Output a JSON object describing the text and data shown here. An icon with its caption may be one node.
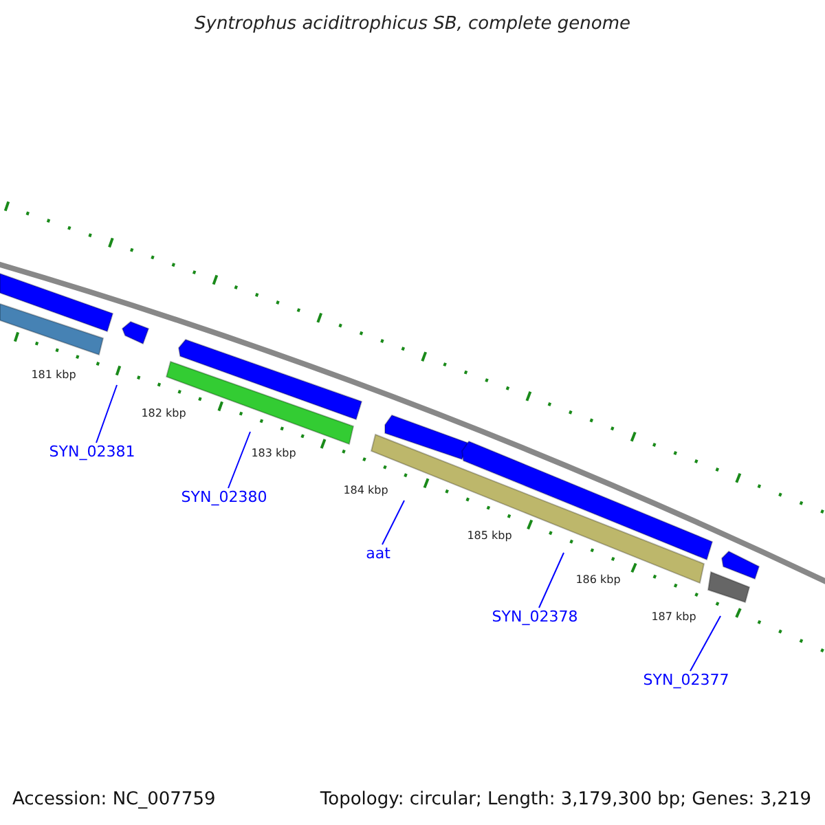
{
  "diagram": {
    "title": "Syntrophus aciditrophicus SB, complete genome",
    "nodes": [
      {
        "text": [
          "SYN_02381"
        ]
      },
      {
        "text": [
          "SYN_02380"
        ]
      },
      {
        "text": [
          "aat"
        ]
      },
      {
        "text": [
          "SYN_02378"
        ]
      },
      {
        "text": [
          "SYN_02377"
        ]
      }
    ],
    "edges": [
      {
        "from": 0,
        "to": null,
        "arrow": "none"
      },
      {
        "from": 1,
        "to": null,
        "arrow": "none"
      },
      {
        "from": 2,
        "to": null,
        "arrow": "none"
      },
      {
        "from": 3,
        "to": null,
        "arrow": "none"
      },
      {
        "from": 4,
        "to": null,
        "arrow": "none"
      }
    ],
    "labels": [
      "181 kbp",
      "182 kbp",
      "183 kbp",
      "184 kbp",
      "185 kbp",
      "186 kbp",
      "187 kbp",
      "Accession: NC_007759",
      "Topology: circular; Length: 3,179,300 bp; Genes: 3,219"
    ]
  }
}
